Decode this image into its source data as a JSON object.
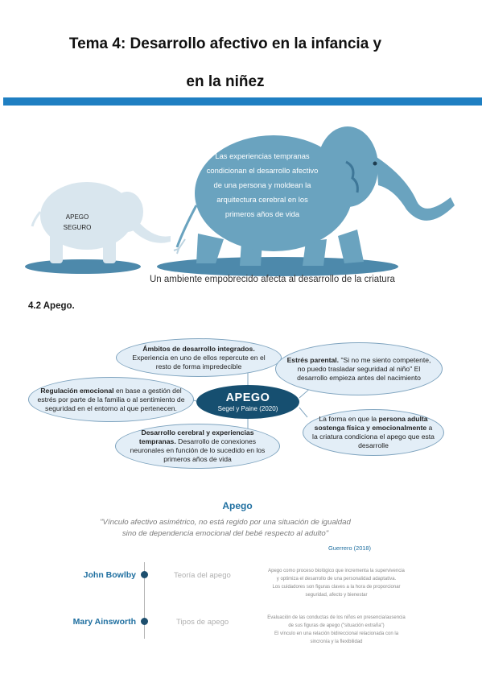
{
  "title": {
    "line1": "Tema 4: Desarrollo afectivo en la infancia y",
    "line2": "en la niñez"
  },
  "infographic": {
    "small_elephant_text": [
      "APEGO",
      "SEGURO"
    ],
    "big_elephant_text": [
      "Las experiencias tempranas",
      "condicionan el desarrollo afectivo",
      "de una persona y moldean la",
      "arquitectura cerebral en los",
      "primeros años de vida"
    ],
    "caption": "Un ambiente empobrecido afecta al desarrollo de la criatura",
    "colors": {
      "big": "#6aa3bf",
      "small": "#d9e6ee",
      "shadow": "#4d89ab"
    }
  },
  "section": {
    "heading": "4.2 Apego."
  },
  "mindmap": {
    "center_title": "APEGO",
    "center_sub": "Segel y Paine (2020)",
    "nodes": {
      "ambitos": {
        "bold": "Ámbitos de desarrollo integrados.",
        "text": "Experiencia en uno de ellos repercute en el resto de forma impredecible"
      },
      "estres": {
        "bold": "Estrés parental.",
        "text": "\"Si no me siento competente, no puedo trasladar seguridad al niño\" El desarrollo empieza antes del nacimiento"
      },
      "regulacion": {
        "bold": "Regulación emocional",
        "text": "en base a gestión del estrés por parte de la familia o al sentimiento de seguridad en el entorno al que pertenecen."
      },
      "forma": {
        "pre": "La forma en que la",
        "bold": "persona adulta sostenga física y emocionalmente",
        "text": "a la criatura condiciona el apego que esta desarrolle"
      },
      "cerebral": {
        "bold": "Desarrollo cerebral y experiencias tempranas.",
        "text": "Desarrollo de conexiones neuronales en función de lo sucedido en los primeros años de vida"
      }
    }
  },
  "apego_def": {
    "heading": "Apego",
    "quote_line1": "\"Vínculo afectivo asimétrico, no está regido por una situación de igualdad",
    "quote_line2": "sino de dependencia emocional del bebé respecto al adulto\"",
    "citation": "Guerrero (2018)"
  },
  "timeline": [
    {
      "name": "John Bowlby",
      "topic": "Teoría del apego",
      "desc": [
        "Apego como proceso biológico que incrementa la supervivencia",
        "y optimiza el desarrollo de una personalidad adaptativa.",
        "Los cuidadores son figuras claves a la hora de proporcionar",
        "seguridad, afecto y bienestar"
      ]
    },
    {
      "name": "Mary Ainsworth",
      "topic": "Tipos de apego",
      "desc": [
        "Evaluación de las conductas de los niños en presencia/ausencia",
        "de sus figuras de apego (\"situación extraña\")",
        "El vínculo en una relación bidireccional relacionada con la",
        "sincronía y la flexibilidad"
      ]
    }
  ]
}
